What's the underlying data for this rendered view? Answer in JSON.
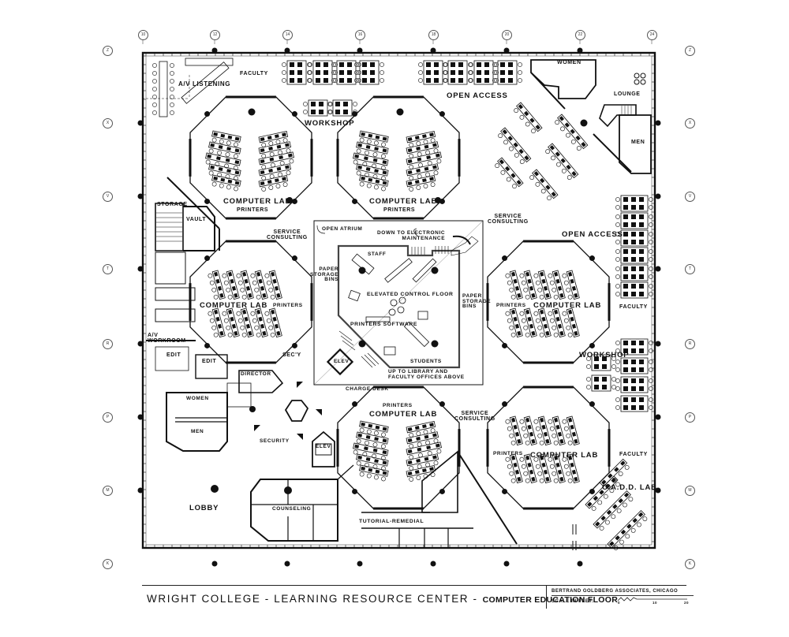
{
  "title": {
    "main": "WRIGHT COLLEGE  -  LEARNING RESOURCE CENTER  -",
    "sub": "COMPUTER EDUCATION FLOOR",
    "firm": "BERTRAND GOLDBERG ASSOCIATES, CHICAGO",
    "scale_label": "SCALE IN FEET:",
    "scale_ticks": [
      "0",
      "10",
      "20"
    ]
  },
  "grid": {
    "columns": [
      "10",
      "12",
      "14",
      "16",
      "18",
      "20",
      "22",
      "24"
    ],
    "rows": [
      "Z",
      "X",
      "V",
      "T",
      "R",
      "P",
      "M",
      "K"
    ]
  },
  "rooms": {
    "av_listening": "A/V LISTENING",
    "faculty_top": "FACULTY",
    "workshop_top": "WORKSHOP",
    "open_access_top": "OPEN ACCESS",
    "women_top": "WOMEN",
    "lounge": "LOUNGE",
    "men_right": "MEN",
    "lab_nw": "COMPUTER LAB",
    "printers_nw": "PRINTERS",
    "lab_n": "COMPUTER LAB",
    "printers_n": "PRINTERS",
    "storage": "STORAGE",
    "vault": "VAULT",
    "service_consulting_w": "SERVICE\nCONSULTING",
    "service_consulting_ne": "SERVICE\nCONSULTING",
    "open_access_right": "OPEN ACCESS",
    "open_atrium": "OPEN ATRIUM",
    "down_to": "DOWN TO ELECTRONIC\nMAINTENANCE",
    "staff": "STAFF",
    "paper_bins_left": "PAPER\nSTORAGE\nBINS",
    "paper_bins_right": "PAPER\nSTORAGE\nBINS",
    "elevated_control": "ELEVATED CONTROL FLOOR",
    "printers_software": "PRINTERS SOFTWARE",
    "students": "STUDENTS",
    "elev_center": "ELEV",
    "up_to": "UP TO LIBRARY AND\nFACULTY OFFICES ABOVE",
    "charge_desk": "CHARGE DESK",
    "lab_w": "COMPUTER LAB",
    "printers_w": "PRINTERS",
    "av_workroom": "A/V\nWORKROOM",
    "edit_1": "EDIT",
    "edit_2": "EDIT",
    "secy": "SEC'Y",
    "director": "DIRECTOR",
    "women_lobby": "WOMEN",
    "men_lobby": "MEN",
    "security": "SECURITY",
    "elev_lobby": "ELEV",
    "lobby": "LOBBY",
    "counseling": "COUNSELING",
    "lab_s": "COMPUTER LAB",
    "printers_s": "PRINTERS",
    "service_consulting_s": "SERVICE\nCONSULTING",
    "tutorial": "TUTORIAL-REMEDIAL",
    "lab_e": "COMPUTER LAB",
    "printers_e": "PRINTERS",
    "faculty_e": "FACULTY",
    "workshop_e": "WORKSHOP",
    "lab_se": "COMPUTER LAB",
    "printers_se": "PRINTERS",
    "faculty_se": "FACULTY",
    "cadd_lab": "C.A.D.D. LAB"
  }
}
